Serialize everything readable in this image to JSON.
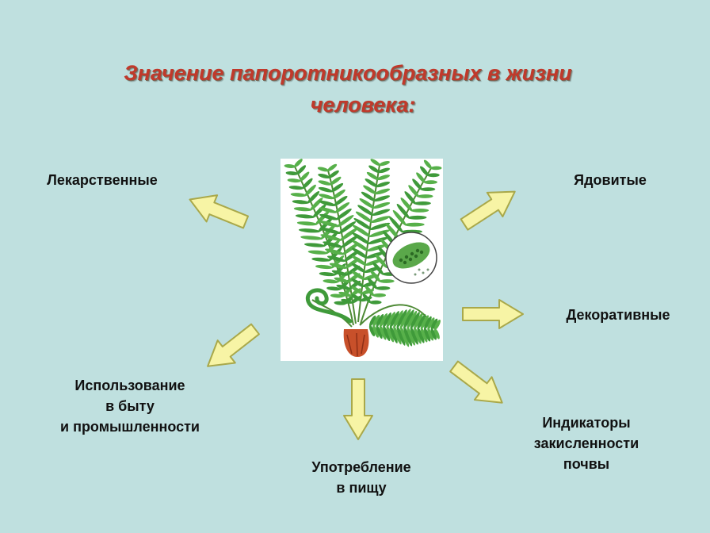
{
  "title": {
    "line1": "Значение  папоротникообразных  в жизни",
    "line2": "человека:"
  },
  "center_image": {
    "subject": "fern-plant-illustration"
  },
  "uses": [
    {
      "id": "medicinal",
      "lines": [
        "Лекарственные"
      ]
    },
    {
      "id": "poisonous",
      "lines": [
        "Ядовитые"
      ]
    },
    {
      "id": "decorative",
      "lines": [
        "Декоративные"
      ]
    },
    {
      "id": "household",
      "lines": [
        "Использование",
        "в быту",
        "и промышленности"
      ]
    },
    {
      "id": "food",
      "lines": [
        "Употребление",
        "в пищу"
      ]
    },
    {
      "id": "indicators",
      "lines": [
        "Индикаторы",
        "закисленности",
        "почвы"
      ]
    }
  ],
  "colors": {
    "background": "#bfe0df",
    "title": "#c0392b",
    "arrow_fill": "#f7f4a5",
    "arrow_stroke": "#a9a84a"
  }
}
